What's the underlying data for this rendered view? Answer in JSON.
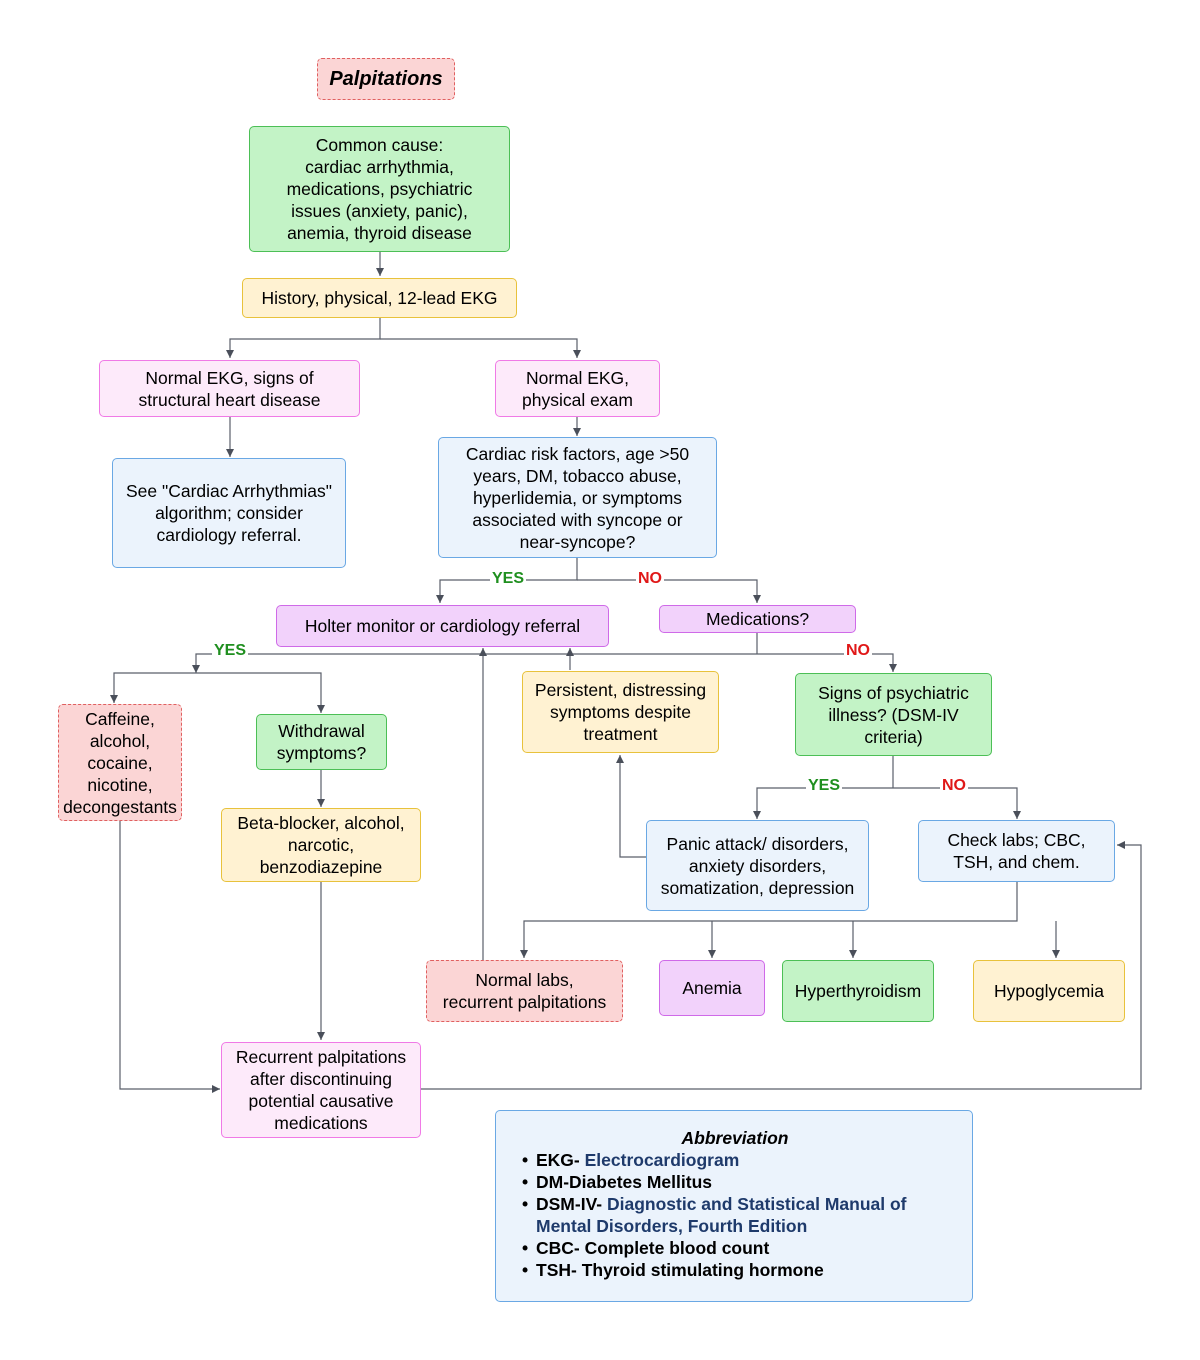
{
  "nodes": {
    "title": "Palpitations",
    "common_cause": "Common cause:\ncardiac arrhythmia,\nmedications, psychiatric\nissues (anxiety, panic),\nanemia, thyroid disease",
    "history": "History, physical, 12-lead EKG",
    "normal_ekg_structural": "Normal EKG, signs of\nstructural heart disease",
    "normal_ekg_exam": "Normal EKG,\nphysical exam",
    "see_arrhythmias": "See \"Cardiac Arrhythmias\"\nalgorithm; consider\ncardiology referral.",
    "risk_factors": "Cardiac risk factors, age >50\nyears, DM, tobacco abuse,\nhyperlidemia, or symptoms\nassociated with syncope or\nnear-syncope?",
    "holter": "Holter monitor or cardiology referral",
    "medications": "Medications?",
    "caffeine": "Caffeine,\nalcohol,\ncocaine,\nnicotine,\ndecongestants",
    "withdrawal": "Withdrawal\nsymptoms?",
    "persistent": "Persistent, distressing\nsymptoms despite\ntreatment",
    "psychiatric": "Signs of psychiatric\nillness? (DSM-IV\ncriteria)",
    "beta_blocker": "Beta-blocker, alcohol,\nnarcotic,\nbenzodiazepine",
    "panic": "Panic attack/ disorders,\nanxiety disorders,\nsomatization, depression",
    "check_labs": "Check labs; CBC,\nTSH, and chem.",
    "normal_labs": "Normal labs,\nrecurrent palpitations",
    "anemia": "Anemia",
    "hyperthyroidism": "Hyperthyroidism",
    "hypoglycemia": "Hypoglycemia",
    "recurrent": "Recurrent palpitations\nafter discontinuing\npotential causative\nmedications"
  },
  "edge_labels": {
    "risk_yes": "YES",
    "risk_no": "NO",
    "med_yes": "YES",
    "med_no": "NO",
    "psych_yes": "YES",
    "psych_no": "NO"
  },
  "abbreviation": {
    "heading": "Abbreviation",
    "items": [
      {
        "term": "EKG-",
        "definition": " Electrocardiogram"
      },
      {
        "term": "DM-",
        "definition": "Diabetes Mellitus"
      },
      {
        "term": "DSM-IV-",
        "definition": " Diagnostic and Statistical Manual of Mental Disorders, Fourth Edition"
      },
      {
        "term": " CBC-",
        "definition": " Complete blood count"
      },
      {
        "term": "TSH-",
        "definition": " Thyroid stimulating hormone"
      }
    ]
  },
  "colors": {
    "green": "#c3f3c6",
    "yellow": "#fff2d2",
    "pink": "#fdeafa",
    "blue": "#ebf3fc",
    "purple": "#f2d2fb",
    "red": "#fbd5d5",
    "yes_text": "#1f8f1f",
    "no_text": "#e01818",
    "connector": "#5a5f6a"
  }
}
